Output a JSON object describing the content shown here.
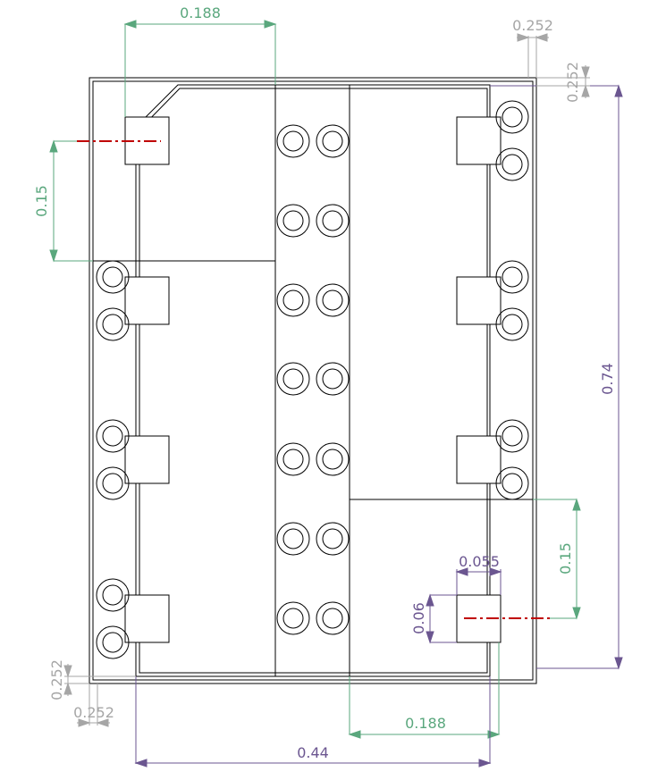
{
  "colors": {
    "outline": "#000000",
    "dim_green": "#5aa77d",
    "dim_purple": "#6b5690",
    "dim_gray": "#a6a6a6",
    "centerline_red": "#c00000"
  },
  "dimensions": {
    "top_width": "0.188",
    "clearance_top_right_h": "0.252",
    "clearance_top_right_v": "0.252",
    "left_spacing": "0.15",
    "overall_height": "0.74",
    "right_spacing": "0.15",
    "pad_width": "0.055",
    "pad_height": "0.06",
    "clearance_bottom_left_v": "0.252",
    "clearance_bottom_left_h": "0.252",
    "bottom_width": "0.188",
    "overall_width": "0.44"
  }
}
